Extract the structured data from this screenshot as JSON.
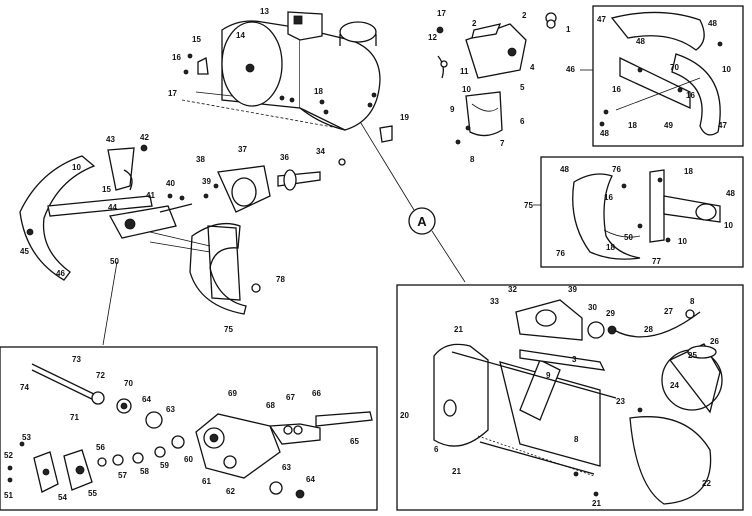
{
  "callout": "A",
  "labels": [
    {
      "id": "p13",
      "t": "13"
    },
    {
      "id": "p14",
      "t": "14"
    },
    {
      "id": "p15a",
      "t": "15"
    },
    {
      "id": "p16",
      "t": "16"
    },
    {
      "id": "p17a",
      "t": "17"
    },
    {
      "id": "p18",
      "t": "18"
    },
    {
      "id": "p19",
      "t": "19"
    },
    {
      "id": "p17b",
      "t": "17"
    },
    {
      "id": "p12",
      "t": "12"
    },
    {
      "id": "p2a",
      "t": "2"
    },
    {
      "id": "p2b",
      "t": "2"
    },
    {
      "id": "p1",
      "t": "1"
    },
    {
      "id": "p11a",
      "t": "11"
    },
    {
      "id": "p10a",
      "t": "10"
    },
    {
      "id": "p4",
      "t": "4"
    },
    {
      "id": "p5",
      "t": "5"
    },
    {
      "id": "p6",
      "t": "6"
    },
    {
      "id": "p7",
      "t": "7"
    },
    {
      "id": "p8a",
      "t": "8"
    },
    {
      "id": "p9",
      "t": "9"
    },
    {
      "id": "p47a",
      "t": "47"
    },
    {
      "id": "p48a",
      "t": "48"
    },
    {
      "id": "p46a",
      "t": "46"
    },
    {
      "id": "p16b",
      "t": "16"
    },
    {
      "id": "p70a",
      "t": "70"
    },
    {
      "id": "p10b",
      "t": "10"
    },
    {
      "id": "p18b",
      "t": "18"
    },
    {
      "id": "p49a",
      "t": "49"
    },
    {
      "id": "p48b",
      "t": "48"
    },
    {
      "id": "p47b",
      "t": "47"
    },
    {
      "id": "p16c",
      "t": "16"
    },
    {
      "id": "p48c",
      "t": "48"
    },
    {
      "id": "p43",
      "t": "43"
    },
    {
      "id": "p42",
      "t": "42"
    },
    {
      "id": "p10c",
      "t": "10"
    },
    {
      "id": "p15b",
      "t": "15"
    },
    {
      "id": "p44",
      "t": "44"
    },
    {
      "id": "p41",
      "t": "41"
    },
    {
      "id": "p40",
      "t": "40"
    },
    {
      "id": "p45",
      "t": "45"
    },
    {
      "id": "p46b",
      "t": "46"
    },
    {
      "id": "p39",
      "t": "39"
    },
    {
      "id": "p38",
      "t": "38"
    },
    {
      "id": "p37",
      "t": "37"
    },
    {
      "id": "p36",
      "t": "36"
    },
    {
      "id": "p34",
      "t": "34"
    },
    {
      "id": "p50",
      "t": "50"
    },
    {
      "id": "p75a",
      "t": "75"
    },
    {
      "id": "p78",
      "t": "78"
    },
    {
      "id": "p48d",
      "t": "48"
    },
    {
      "id": "p76a",
      "t": "76"
    },
    {
      "id": "p18c",
      "t": "18"
    },
    {
      "id": "p16d",
      "t": "16"
    },
    {
      "id": "p75b",
      "t": "75"
    },
    {
      "id": "p48e",
      "t": "48"
    },
    {
      "id": "p10d",
      "t": "10"
    },
    {
      "id": "p50b",
      "t": "50"
    },
    {
      "id": "p18d",
      "t": "18"
    },
    {
      "id": "p10e",
      "t": "10"
    },
    {
      "id": "p76b",
      "t": "76"
    },
    {
      "id": "p77",
      "t": "77"
    },
    {
      "id": "p32",
      "t": "32"
    },
    {
      "id": "p39b",
      "t": "39"
    },
    {
      "id": "p33",
      "t": "33"
    },
    {
      "id": "p30",
      "t": "30"
    },
    {
      "id": "p29",
      "t": "29"
    },
    {
      "id": "p27",
      "t": "27"
    },
    {
      "id": "p8b",
      "t": "8"
    },
    {
      "id": "p21a",
      "t": "21"
    },
    {
      "id": "p28",
      "t": "28"
    },
    {
      "id": "p26",
      "t": "26"
    },
    {
      "id": "p25",
      "t": "25"
    },
    {
      "id": "p3",
      "t": "3"
    },
    {
      "id": "p24",
      "t": "24"
    },
    {
      "id": "p23",
      "t": "23"
    },
    {
      "id": "p20",
      "t": "20"
    },
    {
      "id": "p9b",
      "t": "9"
    },
    {
      "id": "p6b",
      "t": "6"
    },
    {
      "id": "p21b",
      "t": "21"
    },
    {
      "id": "p8c",
      "t": "8"
    },
    {
      "id": "p21c",
      "t": "21"
    },
    {
      "id": "p22",
      "t": "22"
    },
    {
      "id": "p73",
      "t": "73"
    },
    {
      "id": "p74",
      "t": "74"
    },
    {
      "id": "p72",
      "t": "72"
    },
    {
      "id": "p71",
      "t": "71"
    },
    {
      "id": "p70b",
      "t": "70"
    },
    {
      "id": "p64a",
      "t": "64"
    },
    {
      "id": "p63a",
      "t": "63"
    },
    {
      "id": "p69",
      "t": "69"
    },
    {
      "id": "p68",
      "t": "68"
    },
    {
      "id": "p67",
      "t": "67"
    },
    {
      "id": "p66",
      "t": "66"
    },
    {
      "id": "p65",
      "t": "65"
    },
    {
      "id": "p53",
      "t": "53"
    },
    {
      "id": "p52",
      "t": "52"
    },
    {
      "id": "p51",
      "t": "51"
    },
    {
      "id": "p54",
      "t": "54"
    },
    {
      "id": "p55",
      "t": "55"
    },
    {
      "id": "p56",
      "t": "56"
    },
    {
      "id": "p57",
      "t": "57"
    },
    {
      "id": "p58",
      "t": "58"
    },
    {
      "id": "p59",
      "t": "59"
    },
    {
      "id": "p60",
      "t": "60"
    },
    {
      "id": "p61",
      "t": "61"
    },
    {
      "id": "p62",
      "t": "62"
    },
    {
      "id": "p63b",
      "t": "63"
    },
    {
      "id": "p64b",
      "t": "64"
    }
  ]
}
